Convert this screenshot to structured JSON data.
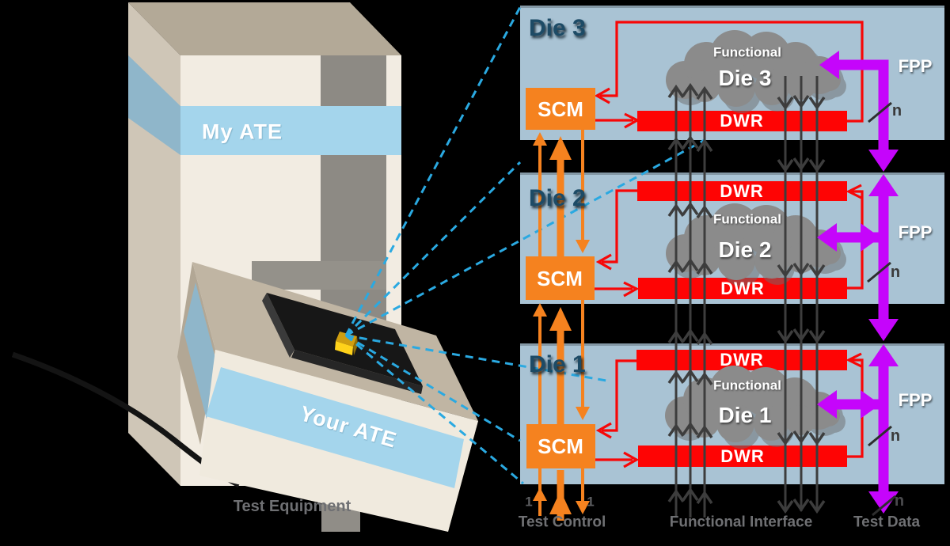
{
  "machine": {
    "tower_band": "My ATE",
    "head_band": "Your ATE",
    "caption": "Test Equipment"
  },
  "dies": [
    {
      "title": "Die 3",
      "scm": "SCM",
      "dwr": "DWR",
      "cloud_line1": "Functional",
      "cloud_line2": "Die 3",
      "fpp": "FPP",
      "bus": "n"
    },
    {
      "title": "Die 2",
      "scm": "SCM",
      "dwr_top": "DWR",
      "dwr_bottom": "DWR",
      "cloud_line1": "Functional",
      "cloud_line2": "Die 2",
      "fpp": "FPP",
      "bus": "n"
    },
    {
      "title": "Die 1",
      "scm": "SCM",
      "dwr_top": "DWR",
      "dwr_bottom": "DWR",
      "cloud_line1": "Functional",
      "cloud_line2": "Die 1",
      "fpp": "FPP",
      "bus": "n"
    }
  ],
  "footer": {
    "control_label": "Test Control",
    "interface_label": "Functional Interface",
    "data_label": "Test Data",
    "in_count": "1",
    "out_count": "1",
    "data_bus": "n"
  },
  "colors": {
    "panel_blue": "#a9c3d4",
    "scm_orange": "#f5821f",
    "dwr_red": "#fe0404",
    "fpp_purple": "#c505fb",
    "dash_cyan": "#2aa9e1",
    "cloud_gray": "#8b8b8b"
  }
}
